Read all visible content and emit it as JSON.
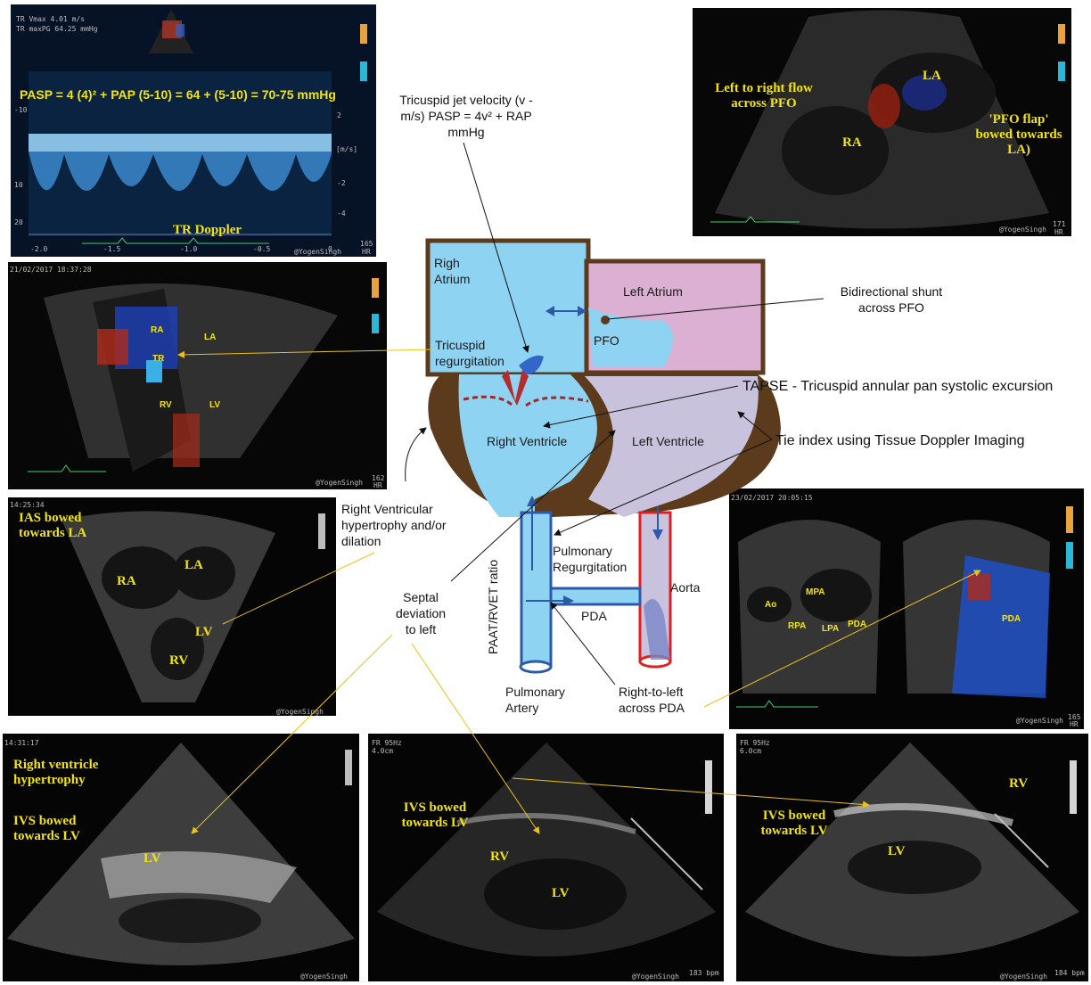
{
  "panels": {
    "tr_doppler": {
      "header_line1": "TR Vmax      4.01 m/s",
      "header_line2": "TR maxPG  64.25 mmHg",
      "formula": "PASP = 4 (4)² + PAP (5-10) = 64 + (5-10) = 70-75 mmHg",
      "arrow_label": "TR Doppler",
      "axis_x": [
        "-2.0",
        "-1.5",
        "-1.0",
        "-0.5",
        "0"
      ],
      "axis_y_left": [
        "-10",
        "10",
        "20"
      ],
      "axis_y_right": [
        "2",
        "-2",
        "-4"
      ],
      "unit": "[m/s]",
      "hr_value": "165",
      "hr_unit": "HR",
      "watermark": "@YogenSingh"
    },
    "pfo": {
      "label_left": "Left to right flow across PFO",
      "label_la": "LA",
      "label_ra": "RA",
      "label_flap": "'PFO flap' bowed towards LA)",
      "hr_value": "171",
      "hr_unit": "HR",
      "watermark": "@YogenSingh"
    },
    "tr_color": {
      "timestamp": "21/02/2017 18:37:28",
      "label_ra": "RA",
      "label_la": "LA",
      "label_tr": "TR",
      "label_rv": "RV",
      "label_lv": "LV",
      "hr_value": "162",
      "hr_unit": "HR",
      "watermark": "@YogenSingh"
    },
    "ias": {
      "timestamp": "14:25:34",
      "label_ias": "IAS bowed towards LA",
      "label_la": "LA",
      "label_ra": "RA",
      "label_lv": "LV",
      "label_rv": "RV",
      "watermark": "@YogenSingh"
    },
    "pda": {
      "timestamp": "23/02/2017 20:05:15",
      "label_ao": "Ao",
      "label_mpa": "MPA",
      "label_rpa": "RPA",
      "label_lpa": "LPA",
      "label_pda": "PDA",
      "label_pda2": "PDA",
      "hr_value": "165",
      "hr_unit": "HR",
      "watermark": "@YogenSingh"
    },
    "rvh": {
      "timestamp": "14:31:17",
      "label_rvh": "Right ventricle hypertrophy",
      "label_ivs": "IVS bowed towards LV",
      "label_lv": "LV",
      "watermark": "@YogenSingh"
    },
    "ivs_mid": {
      "header": "FR 95Hz\n4.0cm",
      "label_ivs": "IVS bowed towards LV",
      "label_rv": "RV",
      "label_lv": "LV",
      "bpm": "183 bpm",
      "watermark": "@YogenSingh"
    },
    "ivs_right": {
      "header": "FR 95Hz\n6.0cm",
      "label_rv": "RV",
      "label_ivs": "IVS bowed towards LV",
      "label_lv": "LV",
      "bpm": "184 bpm",
      "watermark": "@YogenSingh"
    }
  },
  "diagram": {
    "right_atrium": "Righ Atrium",
    "left_atrium": "Left Atrium",
    "pfo": "PFO",
    "tricuspid": "Tricuspid regurgitation",
    "right_ventricle": "Right Ventricle",
    "left_ventricle": "Left Ventricle",
    "pulmonary_regurg": "Pulmonary Regurgitation",
    "aorta": "Aorta",
    "pda": "PDA",
    "paat": "PAAT/RVET ratio",
    "pulmonary_artery": "Pulmonary Artery"
  },
  "annotations": {
    "tricuspid_jet": "Tricuspid jet velocity (v - m/s) PASP = 4v² + RAP mmHg",
    "bidirectional": "Bidirectional shunt across PFO",
    "tapse": "TAPSE - Tricuspid annular pan systolic excursion",
    "tie_index": "Tie index using Tissue Doppler Imaging",
    "rv_hypertrophy": "Right Ventricular hypertrophy and/or dilation",
    "septal": "Septal deviation to left",
    "right_to_left": "Right-to-left across PDA"
  },
  "colors": {
    "label_yellow": "#f2e312",
    "myocardium": "#5c3a1c",
    "right_heart": "#8fd3f3",
    "left_atrium": "#dcb0d2",
    "left_ventricle": "#c8c2dc",
    "aorta_red": "#e02020",
    "arrow_blue": "#2c5aa8"
  }
}
